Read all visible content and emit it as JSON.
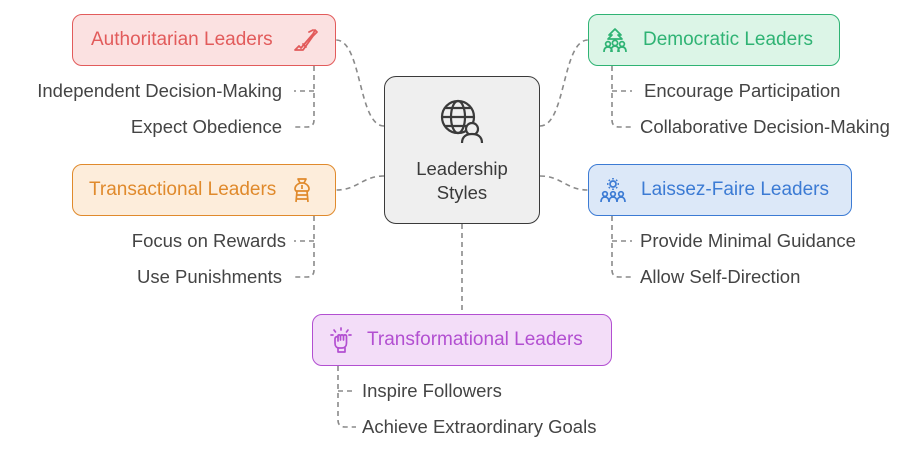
{
  "center": {
    "line1": "Leadership",
    "line2": "Styles",
    "icon": "globe-user-icon"
  },
  "colors": {
    "authoritarian": "#e25b5b",
    "democratic": "#2fb374",
    "transactional": "#e08a2c",
    "laissez_faire": "#3c7bd4",
    "transformational": "#b24fd1",
    "connector": "#8a8a8a"
  },
  "authoritarian": {
    "title": "Authoritarian Leaders",
    "icon": "rifle-icon",
    "items": [
      "Independent Decision-Making",
      "Expect Obedience"
    ]
  },
  "democratic": {
    "title": "Democratic Leaders",
    "icon": "group-tree-icon",
    "items": [
      "Encourage Participation",
      "Collaborative Decision-Making"
    ]
  },
  "transactional": {
    "title": "Transactional Leaders",
    "icon": "money-bag-ladder-icon",
    "items": [
      "Focus on Rewards",
      "Use Punishments"
    ]
  },
  "laissez_faire": {
    "title": "Laissez-Faire Leaders",
    "icon": "people-gear-icon",
    "items": [
      "Provide Minimal Guidance",
      "Allow Self-Direction"
    ]
  },
  "transformational": {
    "title": "Transformational Leaders",
    "icon": "raised-fist-icon",
    "items": [
      "Inspire Followers",
      "Achieve Extraordinary Goals"
    ]
  }
}
